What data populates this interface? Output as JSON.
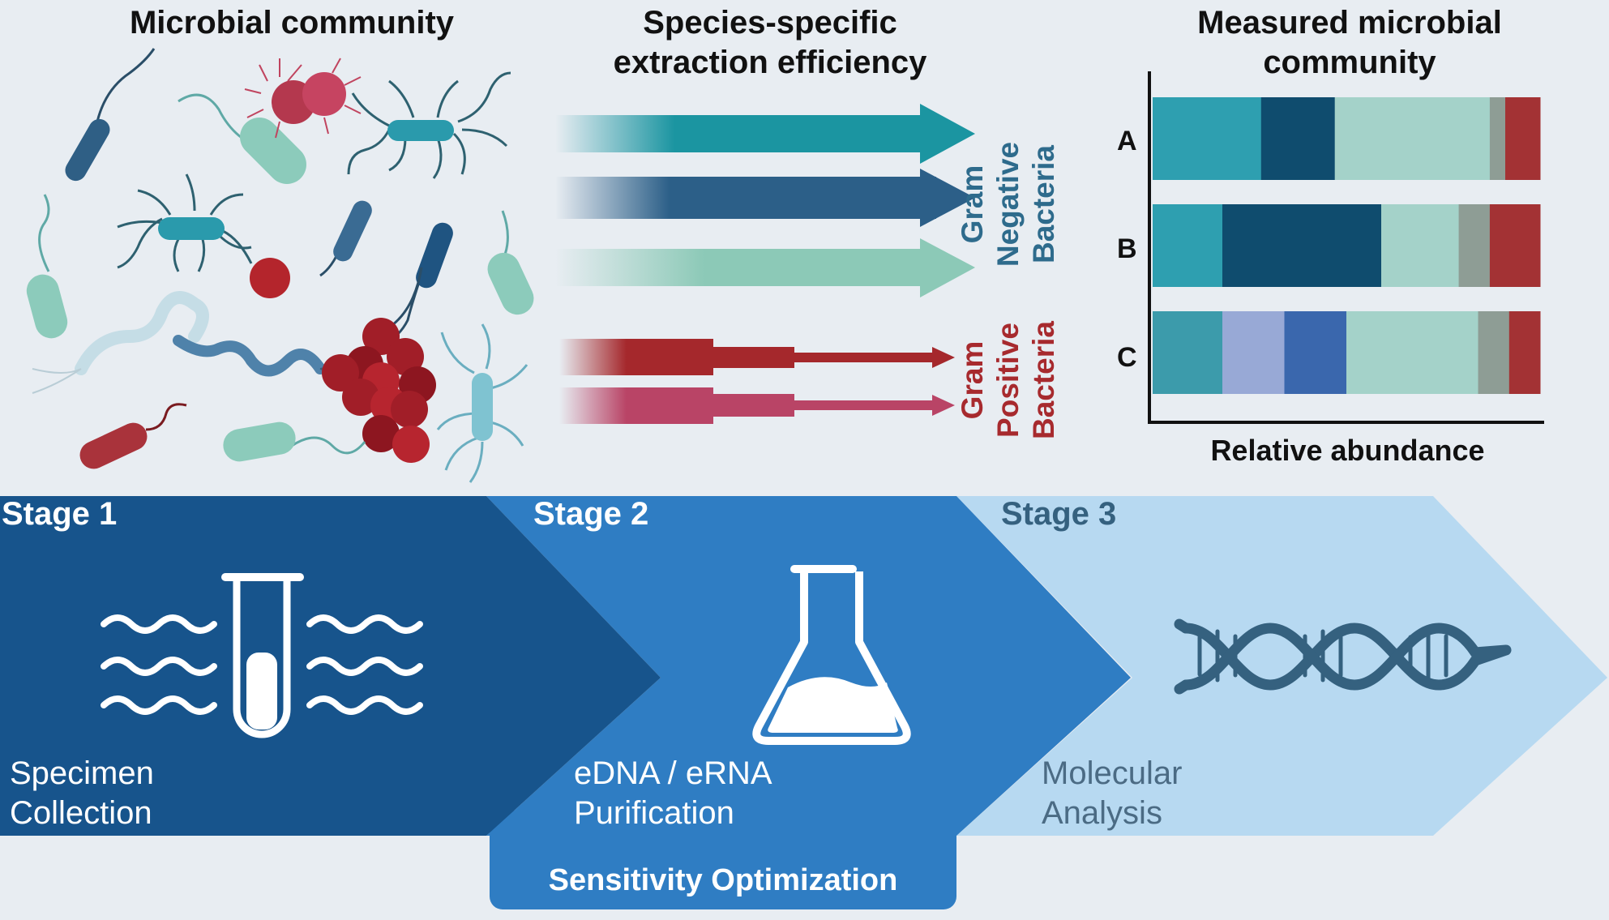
{
  "headings": {
    "community": "Microbial community",
    "efficiency_line1": "Species-specific",
    "efficiency_line2": "extraction efficiency",
    "measured_line1": "Measured microbial",
    "measured_line2": "community"
  },
  "groups": {
    "gram_negative": [
      "Gram",
      "Negative",
      "Bacteria"
    ],
    "gram_positive": [
      "Gram",
      "Positive",
      "Bacteria"
    ]
  },
  "chart_data": {
    "type": "bar",
    "orientation": "horizontal",
    "stacked": true,
    "categories": [
      "A",
      "B",
      "C"
    ],
    "xlabel": "Relative abundance",
    "segments": [
      {
        "color": "#2e9fb0",
        "values": [
          28,
          18,
          0
        ]
      },
      {
        "color": "#0f4c6e",
        "values": [
          19,
          41,
          0
        ]
      },
      {
        "color": "#3c9bab",
        "values": [
          0,
          0,
          18
        ]
      },
      {
        "color": "#98a9d6",
        "values": [
          0,
          0,
          16
        ]
      },
      {
        "color": "#3a67ad",
        "values": [
          0,
          0,
          16
        ]
      },
      {
        "color": "#a4d2c9",
        "values": [
          40,
          20,
          34
        ]
      },
      {
        "color": "#8e9d95",
        "values": [
          4,
          8,
          8
        ]
      },
      {
        "color": "#a33234",
        "values": [
          9,
          13,
          8
        ]
      }
    ]
  },
  "stages": [
    {
      "title": "Stage 1",
      "text": [
        "Specimen",
        "Collection"
      ]
    },
    {
      "title": "Stage 2",
      "text": [
        "eDNA / eRNA",
        "Purification"
      ]
    },
    {
      "title": "Stage 3",
      "text": [
        "Molecular",
        "Analysis"
      ]
    }
  ],
  "optimization_label": "Sensitivity Optimization",
  "colors": {
    "background": "#e8edf2",
    "stage1": "#17548c",
    "stage2": "#2f7dc3",
    "stage3": "#b7d9f1",
    "gram_negative": "#2e6b8c",
    "gram_positive": "#a72a2e"
  }
}
